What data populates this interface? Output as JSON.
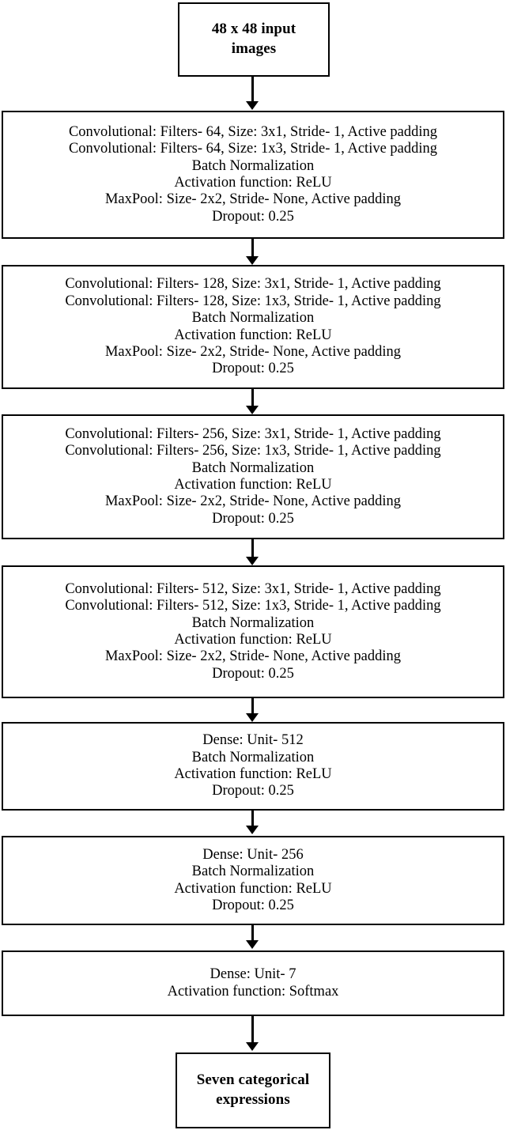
{
  "diagram": {
    "title": "CNN architecture flowchart",
    "colors": {
      "background": "#ffffff",
      "stroke": "#000000",
      "text": "#000000"
    },
    "input_node": {
      "lines": [
        "48 x 48 input",
        "images"
      ]
    },
    "conv_blocks": [
      {
        "id": "conv-block-64",
        "lines": [
          "Convolutional: Filters- 64, Size: 3x1, Stride- 1, Active padding",
          "Convolutional: Filters- 64, Size: 1x3, Stride- 1, Active padding",
          "Batch Normalization",
          "Activation function: ReLU",
          "MaxPool: Size- 2x2, Stride- None, Active padding",
          "Dropout: 0.25"
        ]
      },
      {
        "id": "conv-block-128",
        "lines": [
          "Convolutional: Filters- 128, Size: 3x1, Stride- 1, Active padding",
          "Convolutional: Filters- 128, Size: 1x3, Stride- 1, Active padding",
          "Batch Normalization",
          "Activation function: ReLU",
          "MaxPool: Size- 2x2, Stride- None, Active padding",
          "Dropout: 0.25"
        ]
      },
      {
        "id": "conv-block-256",
        "lines": [
          "Convolutional: Filters- 256, Size: 3x1, Stride- 1, Active padding",
          "Convolutional: Filters- 256, Size: 1x3, Stride- 1, Active padding",
          "Batch Normalization",
          "Activation function: ReLU",
          "MaxPool: Size- 2x2, Stride- None, Active padding",
          "Dropout: 0.25"
        ]
      },
      {
        "id": "conv-block-512",
        "lines": [
          "Convolutional: Filters- 512, Size: 3x1, Stride- 1, Active padding",
          "Convolutional: Filters- 512, Size: 1x3, Stride- 1, Active padding",
          "Batch Normalization",
          "Activation function: ReLU",
          "MaxPool: Size- 2x2, Stride- None, Active padding",
          "Dropout: 0.25"
        ]
      }
    ],
    "dense_blocks": [
      {
        "id": "dense-block-512",
        "lines": [
          "Dense: Unit- 512",
          "Batch Normalization",
          "Activation function: ReLU",
          "Dropout: 0.25"
        ]
      },
      {
        "id": "dense-block-256",
        "lines": [
          "Dense: Unit- 256",
          "Batch Normalization",
          "Activation function: ReLU",
          "Dropout: 0.25"
        ]
      },
      {
        "id": "dense-block-output",
        "lines": [
          "Dense: Unit- 7",
          "Activation function: Softmax"
        ]
      }
    ],
    "output_node": {
      "lines": [
        "Seven categorical",
        "expressions"
      ]
    }
  }
}
